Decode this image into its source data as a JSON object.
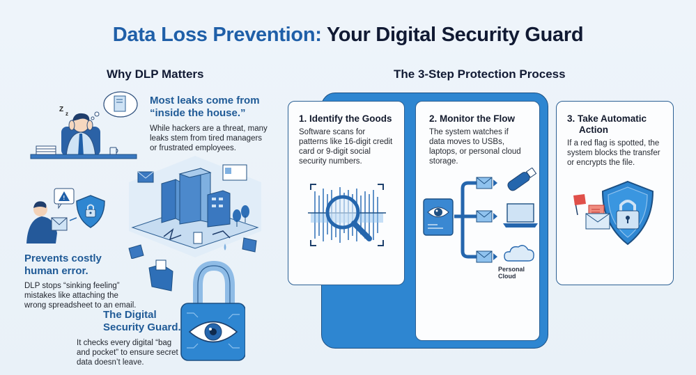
{
  "header": {
    "title_accent": "Data Loss Prevention:",
    "title_rest": " Your Digital Security Guard"
  },
  "left_section": {
    "title": "Why DLP Matters",
    "points": [
      {
        "heading_line1": "Most leaks come from",
        "heading_line2": "“inside the house.”",
        "body": "While hackers are a threat, many leaks stem from tired managers or frustrated employees.",
        "illustration": "tired-employee-at-desk"
      },
      {
        "heading_line1": "Prevents costly",
        "heading_line2": "human error.",
        "body": "DLP stops “sinking feeling” mistakes like attaching the wrong spreadsheet to an email.",
        "illustration": "employee-email-warning-shield"
      },
      {
        "heading_line1": "The Digital",
        "heading_line2": "Security Guard.",
        "body": "It checks every digital “bag and pocket” to ensure secret data doesn’t leave.",
        "illustration": "padlock-with-eye"
      }
    ],
    "center_illustration": "leaking-office-buildings"
  },
  "right_section": {
    "title": "The 3-Step Protection Process",
    "steps": [
      {
        "title": "1. Identify the Goods",
        "body": "Software scans for patterns like 16-digit credit card or 9-digit social security numbers.",
        "icon": "magnifier-scan-icon"
      },
      {
        "title": "2. Monitor the Flow",
        "body": "The system watches if data moves to USBs, laptops, or personal cloud storage.",
        "icon": "eye-monitor-flow-icon",
        "destinations": [
          "USB",
          "Laptop",
          "Personal Cloud"
        ],
        "caption": "Personal Cloud"
      },
      {
        "title_line1": "3. Take Automatic",
        "title_line2": "Action",
        "body": "If a red flag is spotted, the system blocks the transfer or encrypts the file.",
        "icon": "shield-lock-flag-icon"
      }
    ]
  },
  "colors": {
    "accent_blue": "#1f5fa8",
    "dark_navy": "#111a33",
    "frame_blue": "#2e86d1",
    "flag_red": "#e0504a",
    "background": "#eef4fa"
  }
}
